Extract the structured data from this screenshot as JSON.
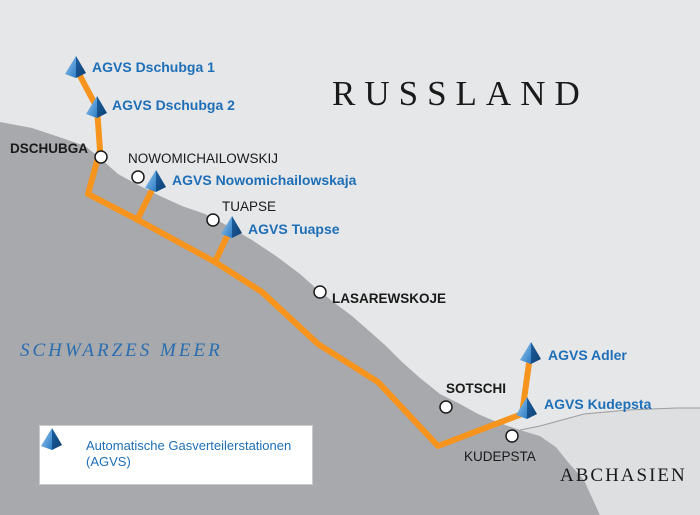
{
  "country_russia": "RUSSLAND",
  "country_abkhazia": "ABCHASIEN",
  "sea_label": "SCHWARZES MEER",
  "stations": [
    {
      "id": "dschubga1",
      "label": "AGVS Dschubga 1"
    },
    {
      "id": "dschubga2",
      "label": "AGVS Dschubga 2"
    },
    {
      "id": "nowomichailowskaja",
      "label": "AGVS Nowomichailowskaja"
    },
    {
      "id": "tuapse",
      "label": "AGVS Tuapse"
    },
    {
      "id": "adler",
      "label": "AGVS Adler"
    },
    {
      "id": "kudepsta",
      "label": "AGVS Kudepsta"
    }
  ],
  "cities": [
    {
      "id": "dschubga",
      "label": "DSCHUBGA"
    },
    {
      "id": "nowomichailowskij",
      "label": "NOWOMICHAILOWSKIJ"
    },
    {
      "id": "tuapse",
      "label": "TUAPSE"
    },
    {
      "id": "lasarewskoje",
      "label": "LASAREWSKOJE"
    },
    {
      "id": "sotschi",
      "label": "SOTSCHI"
    },
    {
      "id": "kudepsta",
      "label": "KUDEPSTA"
    }
  ],
  "legend": {
    "text_line1": "Automatische Gasverteilerstationen",
    "text_line2": "(AGVS)"
  },
  "colors": {
    "land": "#e6e7e8",
    "sea": "#a7a9ac",
    "pipeline": "#f7941d",
    "station": "#2a7bc4",
    "station_label": "#1e6fb8"
  }
}
